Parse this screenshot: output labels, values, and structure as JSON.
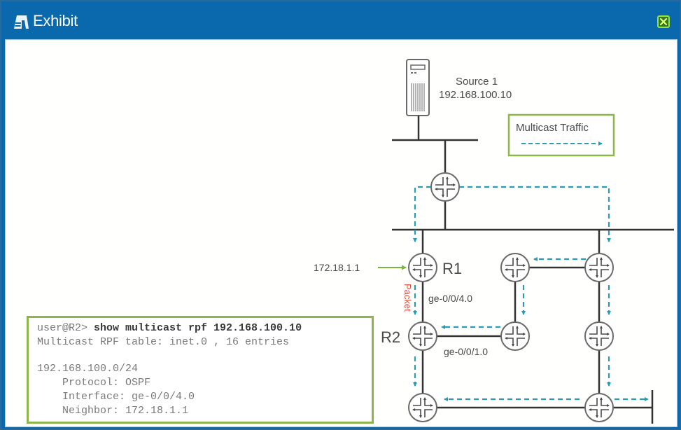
{
  "window": {
    "title": "Exhibit",
    "title_icon": "exhibit-icon",
    "close_icon": "close-icon"
  },
  "colors": {
    "title_bar": "#0a69ad",
    "accent_green": "#8db54a",
    "multicast_arrow": "#2a9bb5",
    "packet_label": "#e0483a",
    "link": "#333333"
  },
  "diagram": {
    "source": {
      "name": "Source 1",
      "ip": "192.168.100.10"
    },
    "legend": {
      "label": "Multicast Traffic"
    },
    "neighbor_ip": "172.18.1.1",
    "packet_label": "Packet",
    "routers": {
      "r1": "R1",
      "r2": "R2"
    },
    "interfaces": {
      "r1_r2": "ge-0/0/4.0",
      "r2_side": "ge-0/0/1.0"
    }
  },
  "cli": {
    "prompt": "user@R2> ",
    "command": "show multicast rpf 192.168.100.10",
    "lines": [
      "Multicast RPF table: inet.0 , 16 entries",
      "",
      "192.168.100.0/24",
      "    Protocol: OSPF",
      "    Interface: ge-0/0/4.0",
      "    Neighbor: 172.18.1.1"
    ]
  }
}
